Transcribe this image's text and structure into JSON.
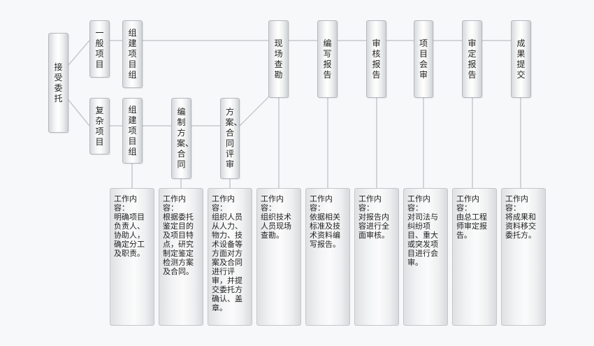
{
  "start": {
    "label": "接受委托"
  },
  "branches": {
    "general": {
      "label": "一般项目"
    },
    "complex": {
      "label": "复杂项目"
    }
  },
  "general_flow": {
    "form_team": {
      "label": "组建项目组"
    }
  },
  "complex_flow": {
    "form_team": {
      "label": "组建项目组"
    },
    "plan": {
      "label": "编制方案、合同"
    },
    "review": {
      "label": "方案、合同评审"
    }
  },
  "main_flow": [
    {
      "label": "现场查勘"
    },
    {
      "label": "编写报告"
    },
    {
      "label": "审核报告"
    },
    {
      "label": "项目会审"
    },
    {
      "label": "审定报告"
    },
    {
      "label": "成果提交"
    }
  ],
  "work_content_title": "工作内容：",
  "descriptions": [
    "明确项目负责人、协助人，确定分工及职责。",
    "根据委托鉴定目的及项目特点，研究制定鉴定检测方案及合同。",
    "组织人员从人力、物力、技术设备等方面对方案及合同进行评审，并提交委托方确认、盖章。",
    "组织技术人员现场查勘。",
    "依据相关标准及技术资料编写报告。",
    "对报告内容进行全面审核。",
    "对司法与纠纷项目、重大或突发项目进行会审。",
    "由总工程师审定报告。",
    "将成果和资料移交委托方。"
  ]
}
